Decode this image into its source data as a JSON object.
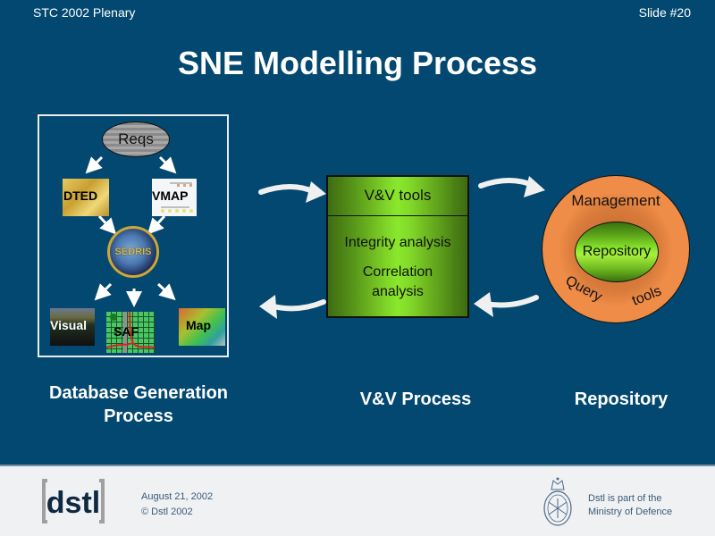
{
  "header": {
    "left": "STC 2002 Plenary",
    "right": "Slide #20"
  },
  "title": "SNE Modelling Process",
  "database_generation": {
    "nodes": {
      "reqs": "Reqs",
      "dted": "DTED",
      "vmap": "VMAP",
      "sedris": "SEDRIS",
      "visual": "Visual",
      "saf": "SAF",
      "map": "Map"
    },
    "caption_line1": "Database Generation",
    "caption_line2": "Process"
  },
  "vv_process": {
    "top_label": "V&V tools",
    "items": [
      "Integrity analysis",
      "Correlation",
      "analysis"
    ],
    "caption": "V&V Process"
  },
  "repository": {
    "outer_label": "Management",
    "inner_label": "Repository",
    "bottom_left": "Query",
    "bottom_right": "tools",
    "caption": "Repository"
  },
  "colors": {
    "background": "#034870",
    "footer": "#f0f1f3",
    "repository_ring": "#ee8c48",
    "green": "#8ae82c"
  },
  "footer": {
    "logo": "dstl",
    "date": "August 21, 2002",
    "copyright": "© Dstl 2002",
    "mod_line1": "Dstl is part of the",
    "mod_line2": "Ministry of Defence"
  }
}
